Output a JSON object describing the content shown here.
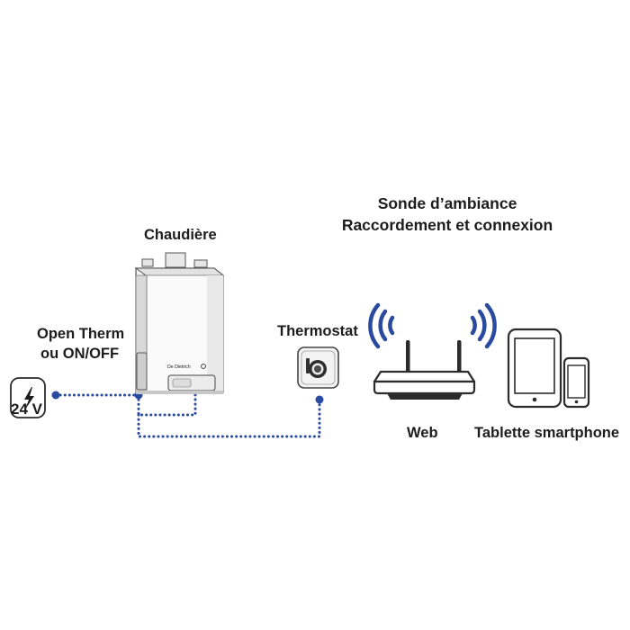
{
  "header": {
    "line1": "Sonde d’ambiance",
    "line2": "Raccordement et connexion"
  },
  "boiler": {
    "label": "Chaudière",
    "brand": "De Dietrich"
  },
  "connection": {
    "line1": "Open Therm",
    "line2": "ou ON/OFF"
  },
  "power": {
    "label": "24 V"
  },
  "thermostat": {
    "label": "Thermostat"
  },
  "router": {
    "label": "Web"
  },
  "devices": {
    "label": "Tablette smartphone"
  },
  "colors": {
    "wire": "#2a4aa0",
    "wifi": "#2a4aa0",
    "outline": "#2b2b2b"
  },
  "icons": [
    "lightning-icon",
    "wifi-icon",
    "router-icon",
    "tablet-icon",
    "smartphone-icon",
    "thermostat-icon",
    "boiler-icon"
  ]
}
